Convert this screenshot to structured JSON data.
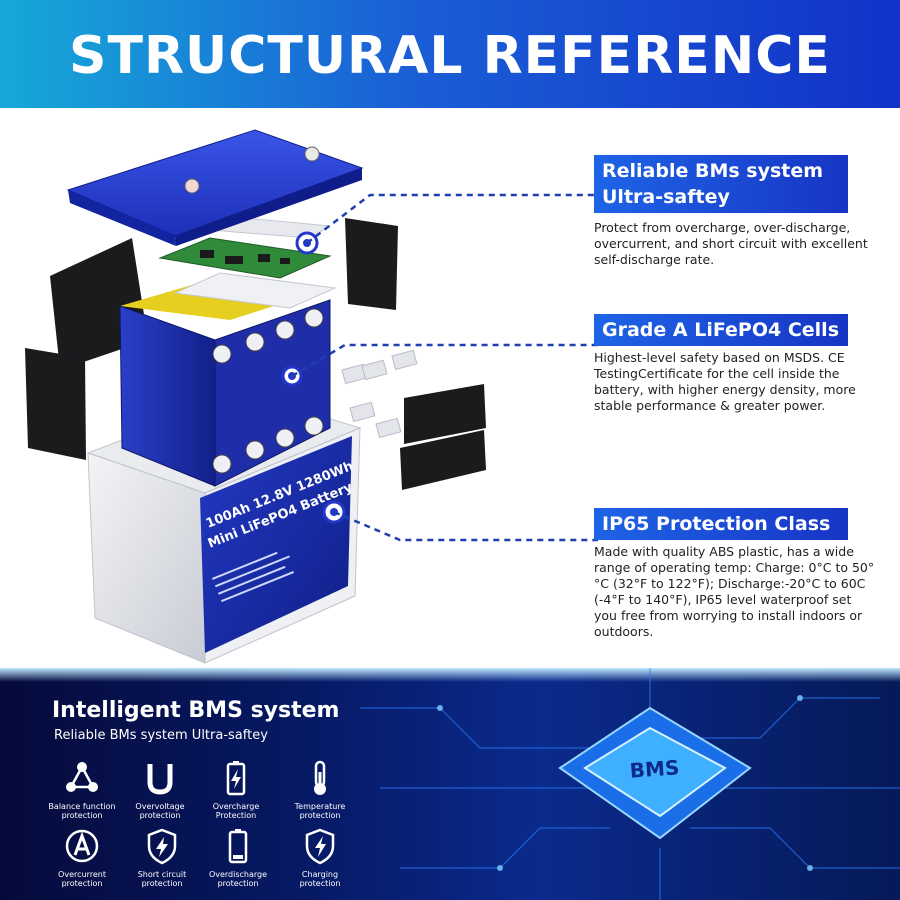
{
  "header": {
    "title": "STRUCTURAL REFERENCE"
  },
  "battery": {
    "label_line1": "100Ah 12.8V 1280Wh",
    "label_line2": "Mini LiFePO4 Battery"
  },
  "callouts": [
    {
      "title_lines": [
        "Reliable BMs system",
        "Ultra-saftey"
      ],
      "desc_lines": [
        "Protect from overcharge, over-discharge,",
        "overcurrent, and short circuit with excellent",
        "self-discharge rate."
      ]
    },
    {
      "title_lines": [
        "Grade A LiFePO4 Cells"
      ],
      "desc_lines": [
        "Highest-level safety based on MSDS. CE",
        "TestingCertificate for the cell inside the",
        "battery, with higher energy density, more",
        "stable performance & greater power."
      ]
    },
    {
      "title_lines": [
        "IP65 Protection Class"
      ],
      "desc_lines": [
        "Made with quality ABS plastic, has a wide",
        "range of operating temp: Charge: 0°C to 50°",
        "°C (32°F to 122°F);  Discharge:-20°C to 60C",
        "(-4°F to 140°F), IP65 level waterproof set",
        "you free from worrying to install indoors or",
        "outdoors."
      ]
    }
  ],
  "bms": {
    "title": "Intelligent BMS system",
    "subtitle": "Reliable BMs system Ultra-saftey",
    "chip_label": "BMS",
    "features": [
      {
        "icon": "balance-icon",
        "line1": "Balance function",
        "line2": "protection"
      },
      {
        "icon": "voltage-u-icon",
        "line1": "Overvoltage",
        "line2": "protection"
      },
      {
        "icon": "battery-charge-icon",
        "line1": "Overcharge",
        "line2": "Protection"
      },
      {
        "icon": "thermometer-icon",
        "line1": "Temperature",
        "line2": "protection"
      },
      {
        "icon": "ampere-icon",
        "line1": "Overcurrent",
        "line2": "protection"
      },
      {
        "icon": "shield-bolt-icon",
        "line1": "Short circuit",
        "line2": "protection"
      },
      {
        "icon": "battery-empty-icon",
        "line1": "Overdischarge",
        "line2": "protection"
      },
      {
        "icon": "shield-charge-icon",
        "line1": "Charging",
        "line2": "protection"
      }
    ]
  },
  "colors": {
    "accent_blue": "#1a4fd8",
    "callout_gradient_start": "#1e64e6",
    "callout_gradient_end": "#1735c4",
    "bottom_bg": "#071a66"
  }
}
